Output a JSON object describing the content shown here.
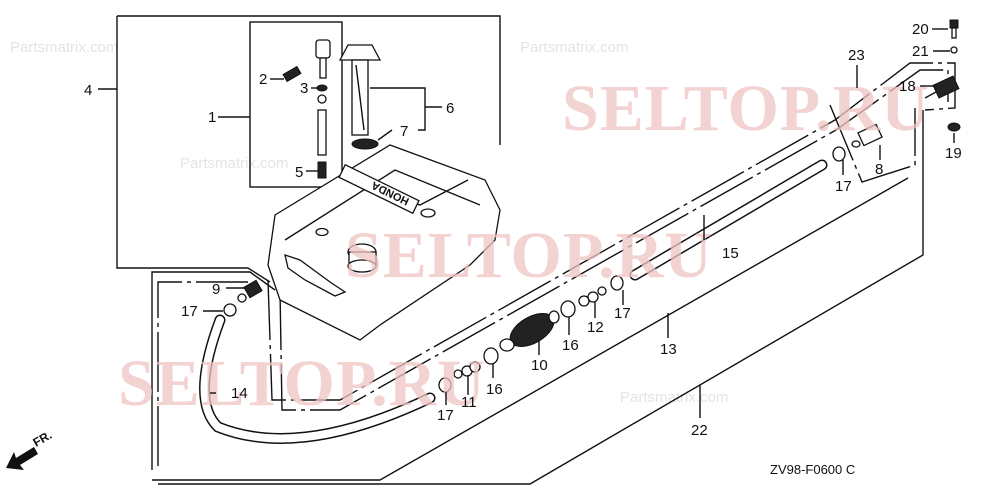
{
  "diagram": {
    "title": "Fuel tank parts diagram",
    "drawing_code": "ZV98-F0600 C",
    "direction_marker": "FR.",
    "watermarks": [
      "SELTOP.RU",
      "SELTOP.RU",
      "SELTOP.RU"
    ],
    "tank_brand": "HONDA",
    "ghost_text": [
      "Partsmatrix.com",
      "Partsmatrix.com",
      "Partsmatrix.com",
      "Partsmatrix.com"
    ],
    "callouts": [
      {
        "n": "1"
      },
      {
        "n": "2"
      },
      {
        "n": "3"
      },
      {
        "n": "4"
      },
      {
        "n": "5"
      },
      {
        "n": "6"
      },
      {
        "n": "7"
      },
      {
        "n": "8"
      },
      {
        "n": "9"
      },
      {
        "n": "10"
      },
      {
        "n": "11"
      },
      {
        "n": "12"
      },
      {
        "n": "13"
      },
      {
        "n": "14"
      },
      {
        "n": "15"
      },
      {
        "n": "16"
      },
      {
        "n": "16"
      },
      {
        "n": "17"
      },
      {
        "n": "17"
      },
      {
        "n": "17"
      },
      {
        "n": "17"
      },
      {
        "n": "18"
      },
      {
        "n": "19"
      },
      {
        "n": "20"
      },
      {
        "n": "21"
      },
      {
        "n": "22"
      },
      {
        "n": "23"
      }
    ]
  }
}
